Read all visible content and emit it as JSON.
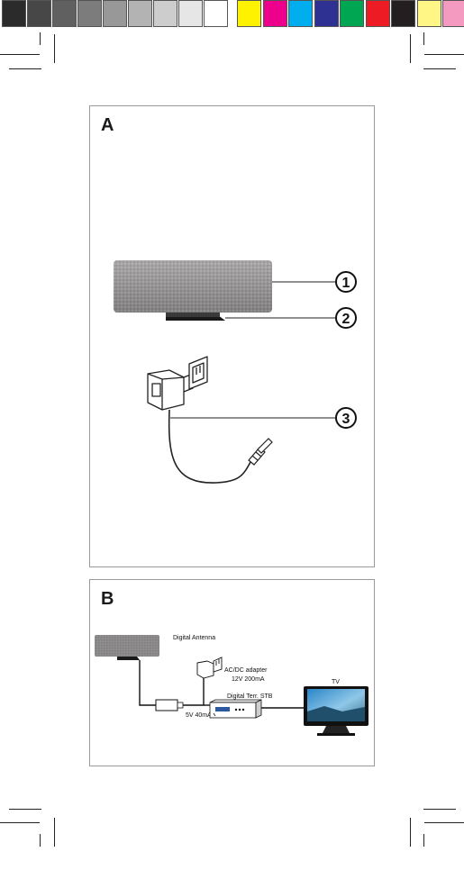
{
  "color_bar": {
    "gray_swatches": [
      "#2b2b2b",
      "#474747",
      "#606060",
      "#7c7c7c",
      "#989898",
      "#b3b3b3",
      "#cdcdcd",
      "#e6e6e6",
      "#ffffff"
    ],
    "color_swatches": [
      "#fff200",
      "#ec008c",
      "#00aeef",
      "#2e3192",
      "#00a651",
      "#ed1c24",
      "#231f20",
      "#fff685",
      "#f49ac1"
    ]
  },
  "panel_a": {
    "letter": "A",
    "callouts": [
      "1",
      "2",
      "3"
    ]
  },
  "panel_b": {
    "letter": "B",
    "antenna_label": "Digital Antenna",
    "adapter_label": "AC/DC adapter",
    "adapter_rating": "12V 200mA",
    "stb_label": "Digital Terr. STB",
    "injector_rating": "5V 40mA",
    "tv_label": "TV"
  }
}
